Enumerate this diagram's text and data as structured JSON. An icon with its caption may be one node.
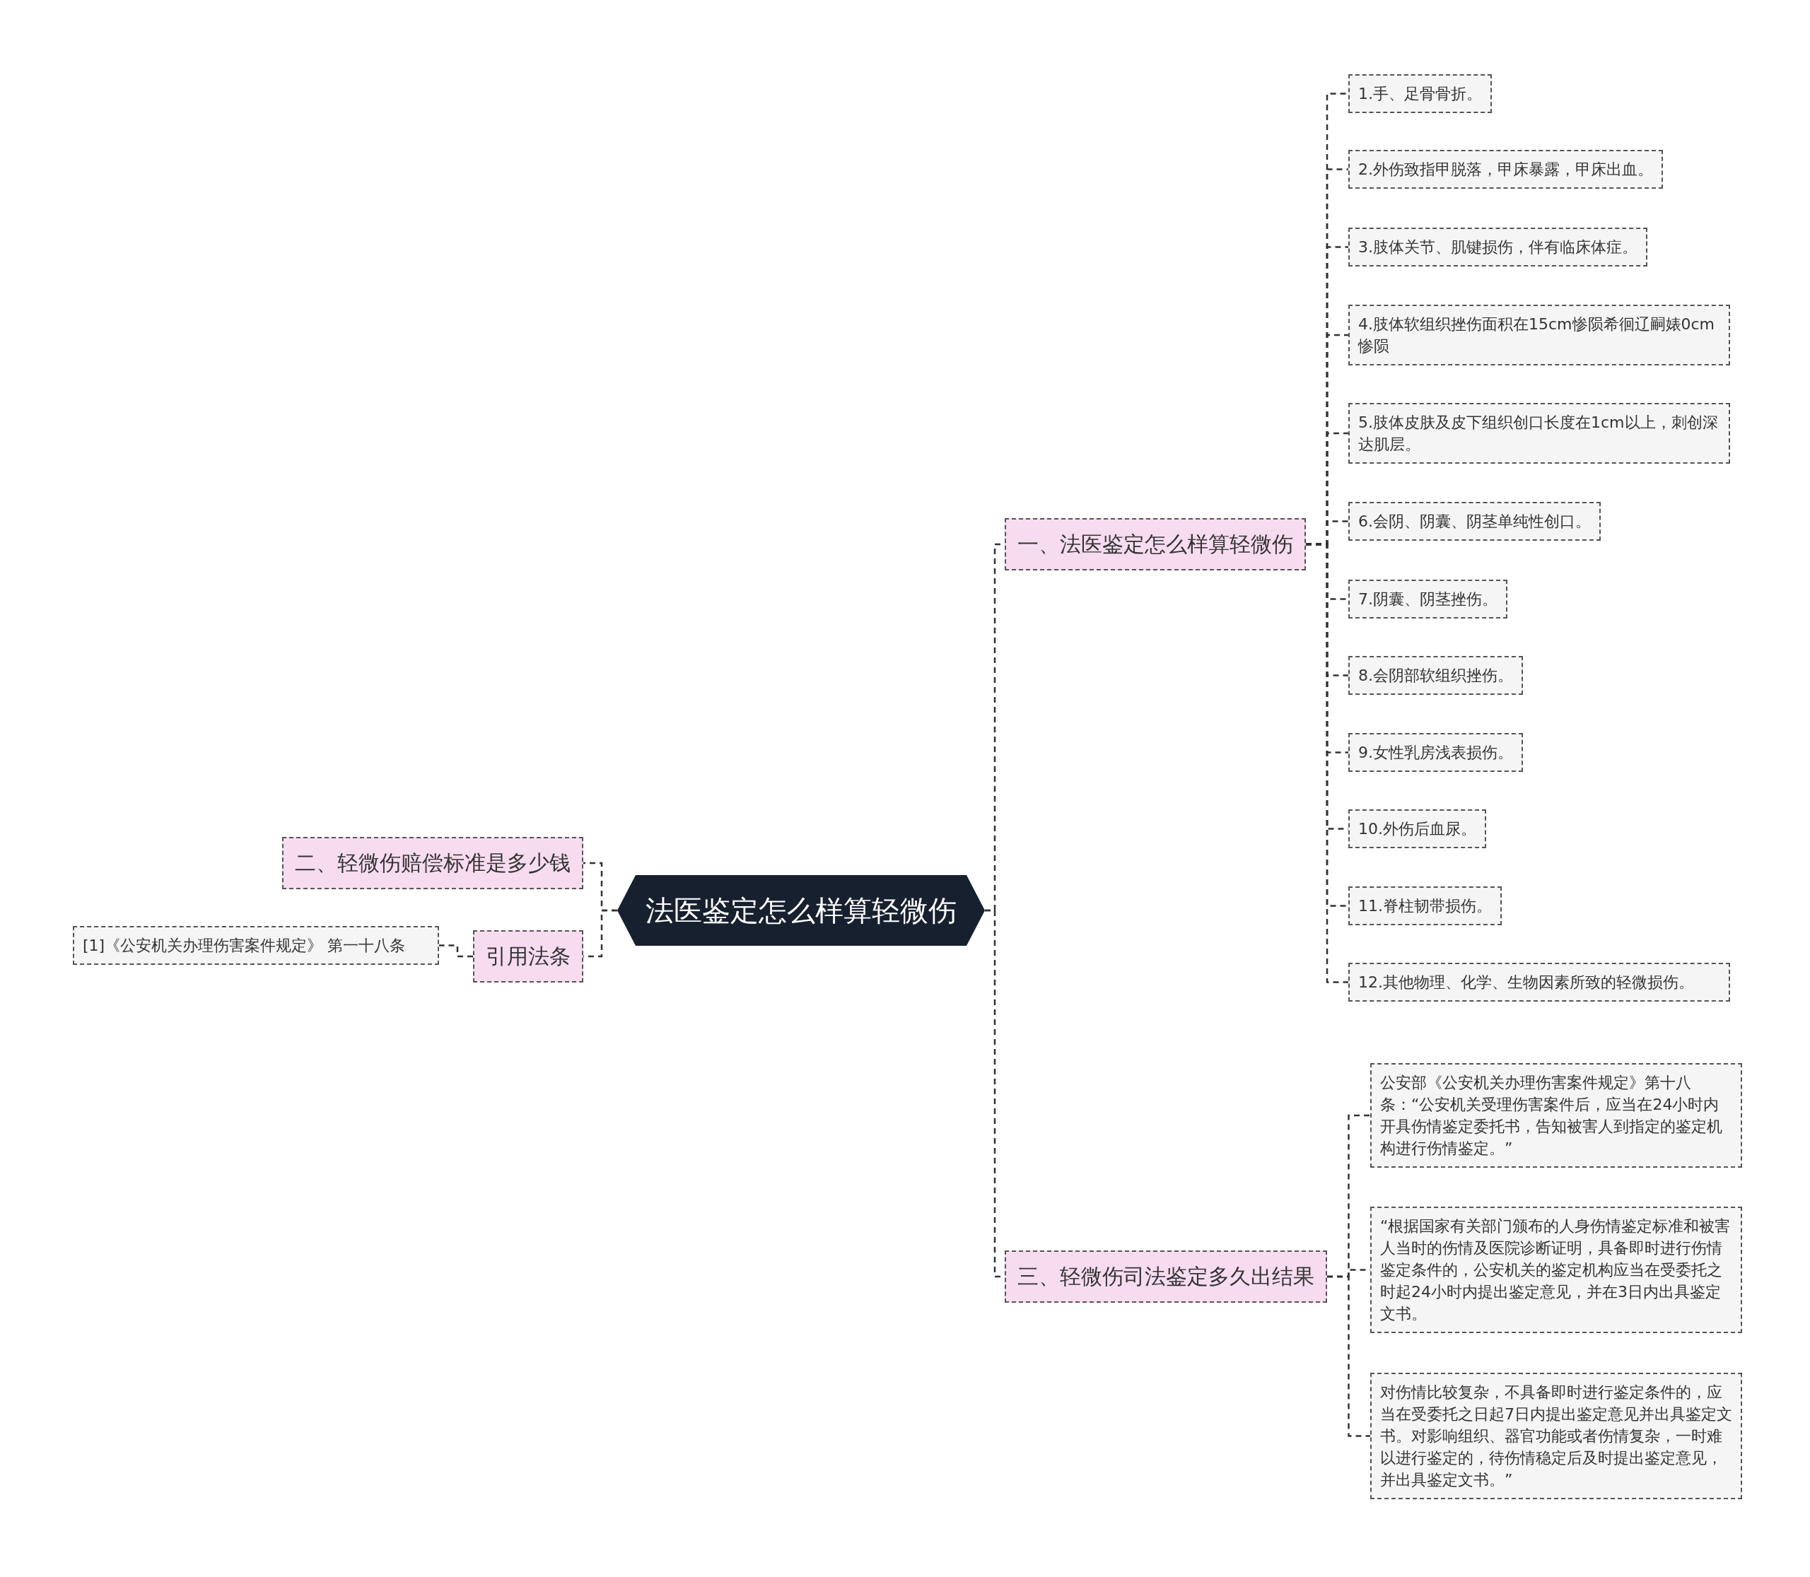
{
  "diagram": {
    "nodes": [
      {
        "text": [
          "法医鉴定怎么样算轻微伤"
        ]
      },
      {
        "text": [
          "一、法医鉴定怎么样算轻微伤"
        ]
      },
      {
        "text": [
          "1.手、足骨骨折。"
        ]
      },
      {
        "text": [
          "2.外伤致指甲脱落，甲床暴露，甲床出血。"
        ]
      },
      {
        "text": [
          "3.肢体关节、肌键损伤，伴有临床体症。"
        ]
      },
      {
        "text": [
          "4.肢体软组织挫伤面积在15cm惨陨希徊辽嗣婊0cm惨陨"
        ]
      },
      {
        "text": [
          "5.肢体皮肤及皮下组织创口长度在1cm以上，刺创深达肌层。"
        ]
      },
      {
        "text": [
          "6.会阴、阴囊、阴茎单纯性创口。"
        ]
      },
      {
        "text": [
          "7.阴囊、阴茎挫伤。"
        ]
      },
      {
        "text": [
          "8.会阴部软组织挫伤。"
        ]
      },
      {
        "text": [
          "9.女性乳房浅表损伤。"
        ]
      },
      {
        "text": [
          "10.外伤后血尿。"
        ]
      },
      {
        "text": [
          "11.脊柱韧带损伤。"
        ]
      },
      {
        "text": [
          "12.其他物理、化学、生物因素所致的轻微损伤。"
        ]
      },
      {
        "text": [
          "二、轻微伤赔偿标准是多少钱"
        ]
      },
      {
        "text": [
          "引用法条"
        ]
      },
      {
        "text": [
          "[1]《公安机关办理伤害案件规定》 第一十八条"
        ]
      },
      {
        "text": [
          "三、轻微伤司法鉴定多久出结果"
        ]
      },
      {
        "text": [
          "公安部《公安机关办理伤害案件规定》第十八条：“公安机关受理伤害案件后，应当在24小时内开具伤情鉴定委托书，告知被害人到指定的鉴定机构进行伤情鉴定。”"
        ]
      },
      {
        "text": [
          "“根据国家有关部门颁布的人身伤情鉴定标准和被害人当时的伤情及医院诊断证明，具备即时进行伤情鉴定条件的，公安机关的鉴定机构应当在受委托之时起24小时内提出鉴定意见，并在3日内出具鉴定文书。"
        ]
      },
      {
        "text": [
          "对伤情比较复杂，不具备即时进行鉴定条件的，应当在受委托之日起7日内提出鉴定意见并出具鉴定文书。对影响组织、器官功能或者伤情复杂，一时难以进行鉴定的，待伤情稳定后及时提出鉴定意见，并出具鉴定文书。”"
        ]
      }
    ],
    "edges": [
      {
        "from": 0,
        "to": 1,
        "arrow": "none"
      },
      {
        "from": 1,
        "to": 2,
        "arrow": "none"
      },
      {
        "from": 1,
        "to": 3,
        "arrow": "none"
      },
      {
        "from": 1,
        "to": 4,
        "arrow": "none"
      },
      {
        "from": 1,
        "to": 5,
        "arrow": "none"
      },
      {
        "from": 1,
        "to": 6,
        "arrow": "none"
      },
      {
        "from": 1,
        "to": 7,
        "arrow": "none"
      },
      {
        "from": 1,
        "to": 8,
        "arrow": "none"
      },
      {
        "from": 1,
        "to": 9,
        "arrow": "none"
      },
      {
        "from": 1,
        "to": 10,
        "arrow": "none"
      },
      {
        "from": 1,
        "to": 11,
        "arrow": "none"
      },
      {
        "from": 1,
        "to": 12,
        "arrow": "none"
      },
      {
        "from": 1,
        "to": 13,
        "arrow": "none"
      },
      {
        "from": 0,
        "to": 14,
        "arrow": "none"
      },
      {
        "from": 0,
        "to": 15,
        "arrow": "none"
      },
      {
        "from": 15,
        "to": 16,
        "arrow": "none"
      },
      {
        "from": 0,
        "to": 17,
        "arrow": "none"
      },
      {
        "from": 17,
        "to": 18,
        "arrow": "none"
      },
      {
        "from": 17,
        "to": 19,
        "arrow": "none"
      },
      {
        "from": 17,
        "to": 20,
        "arrow": "none"
      }
    ]
  }
}
